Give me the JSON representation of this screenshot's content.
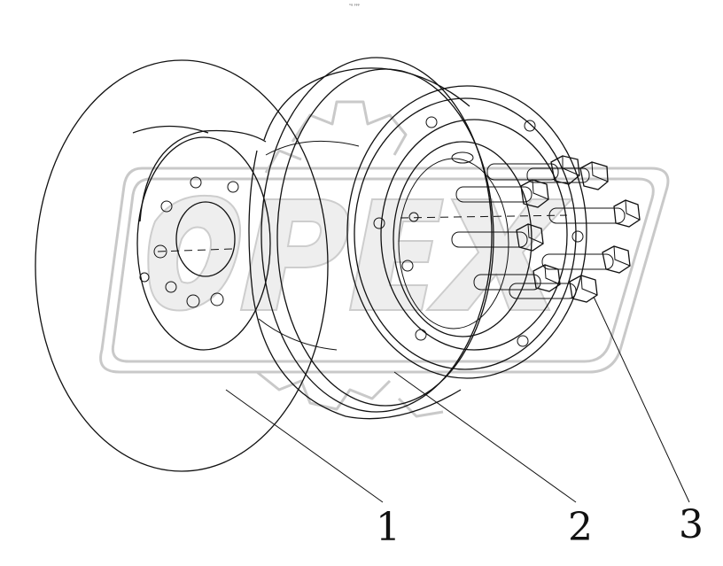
{
  "header": {
    "tiny_mark": "ⁿᵍ ᵖᵖᵖ"
  },
  "callouts": [
    {
      "id": "1",
      "label": "1"
    },
    {
      "id": "2",
      "label": "2"
    },
    {
      "id": "3",
      "label": "3"
    }
  ],
  "watermark": {
    "text": "OPEX"
  },
  "icons": [
    "brake-disc-icon",
    "hub-icon",
    "bolt-icon",
    "gear-watermark-icon"
  ]
}
